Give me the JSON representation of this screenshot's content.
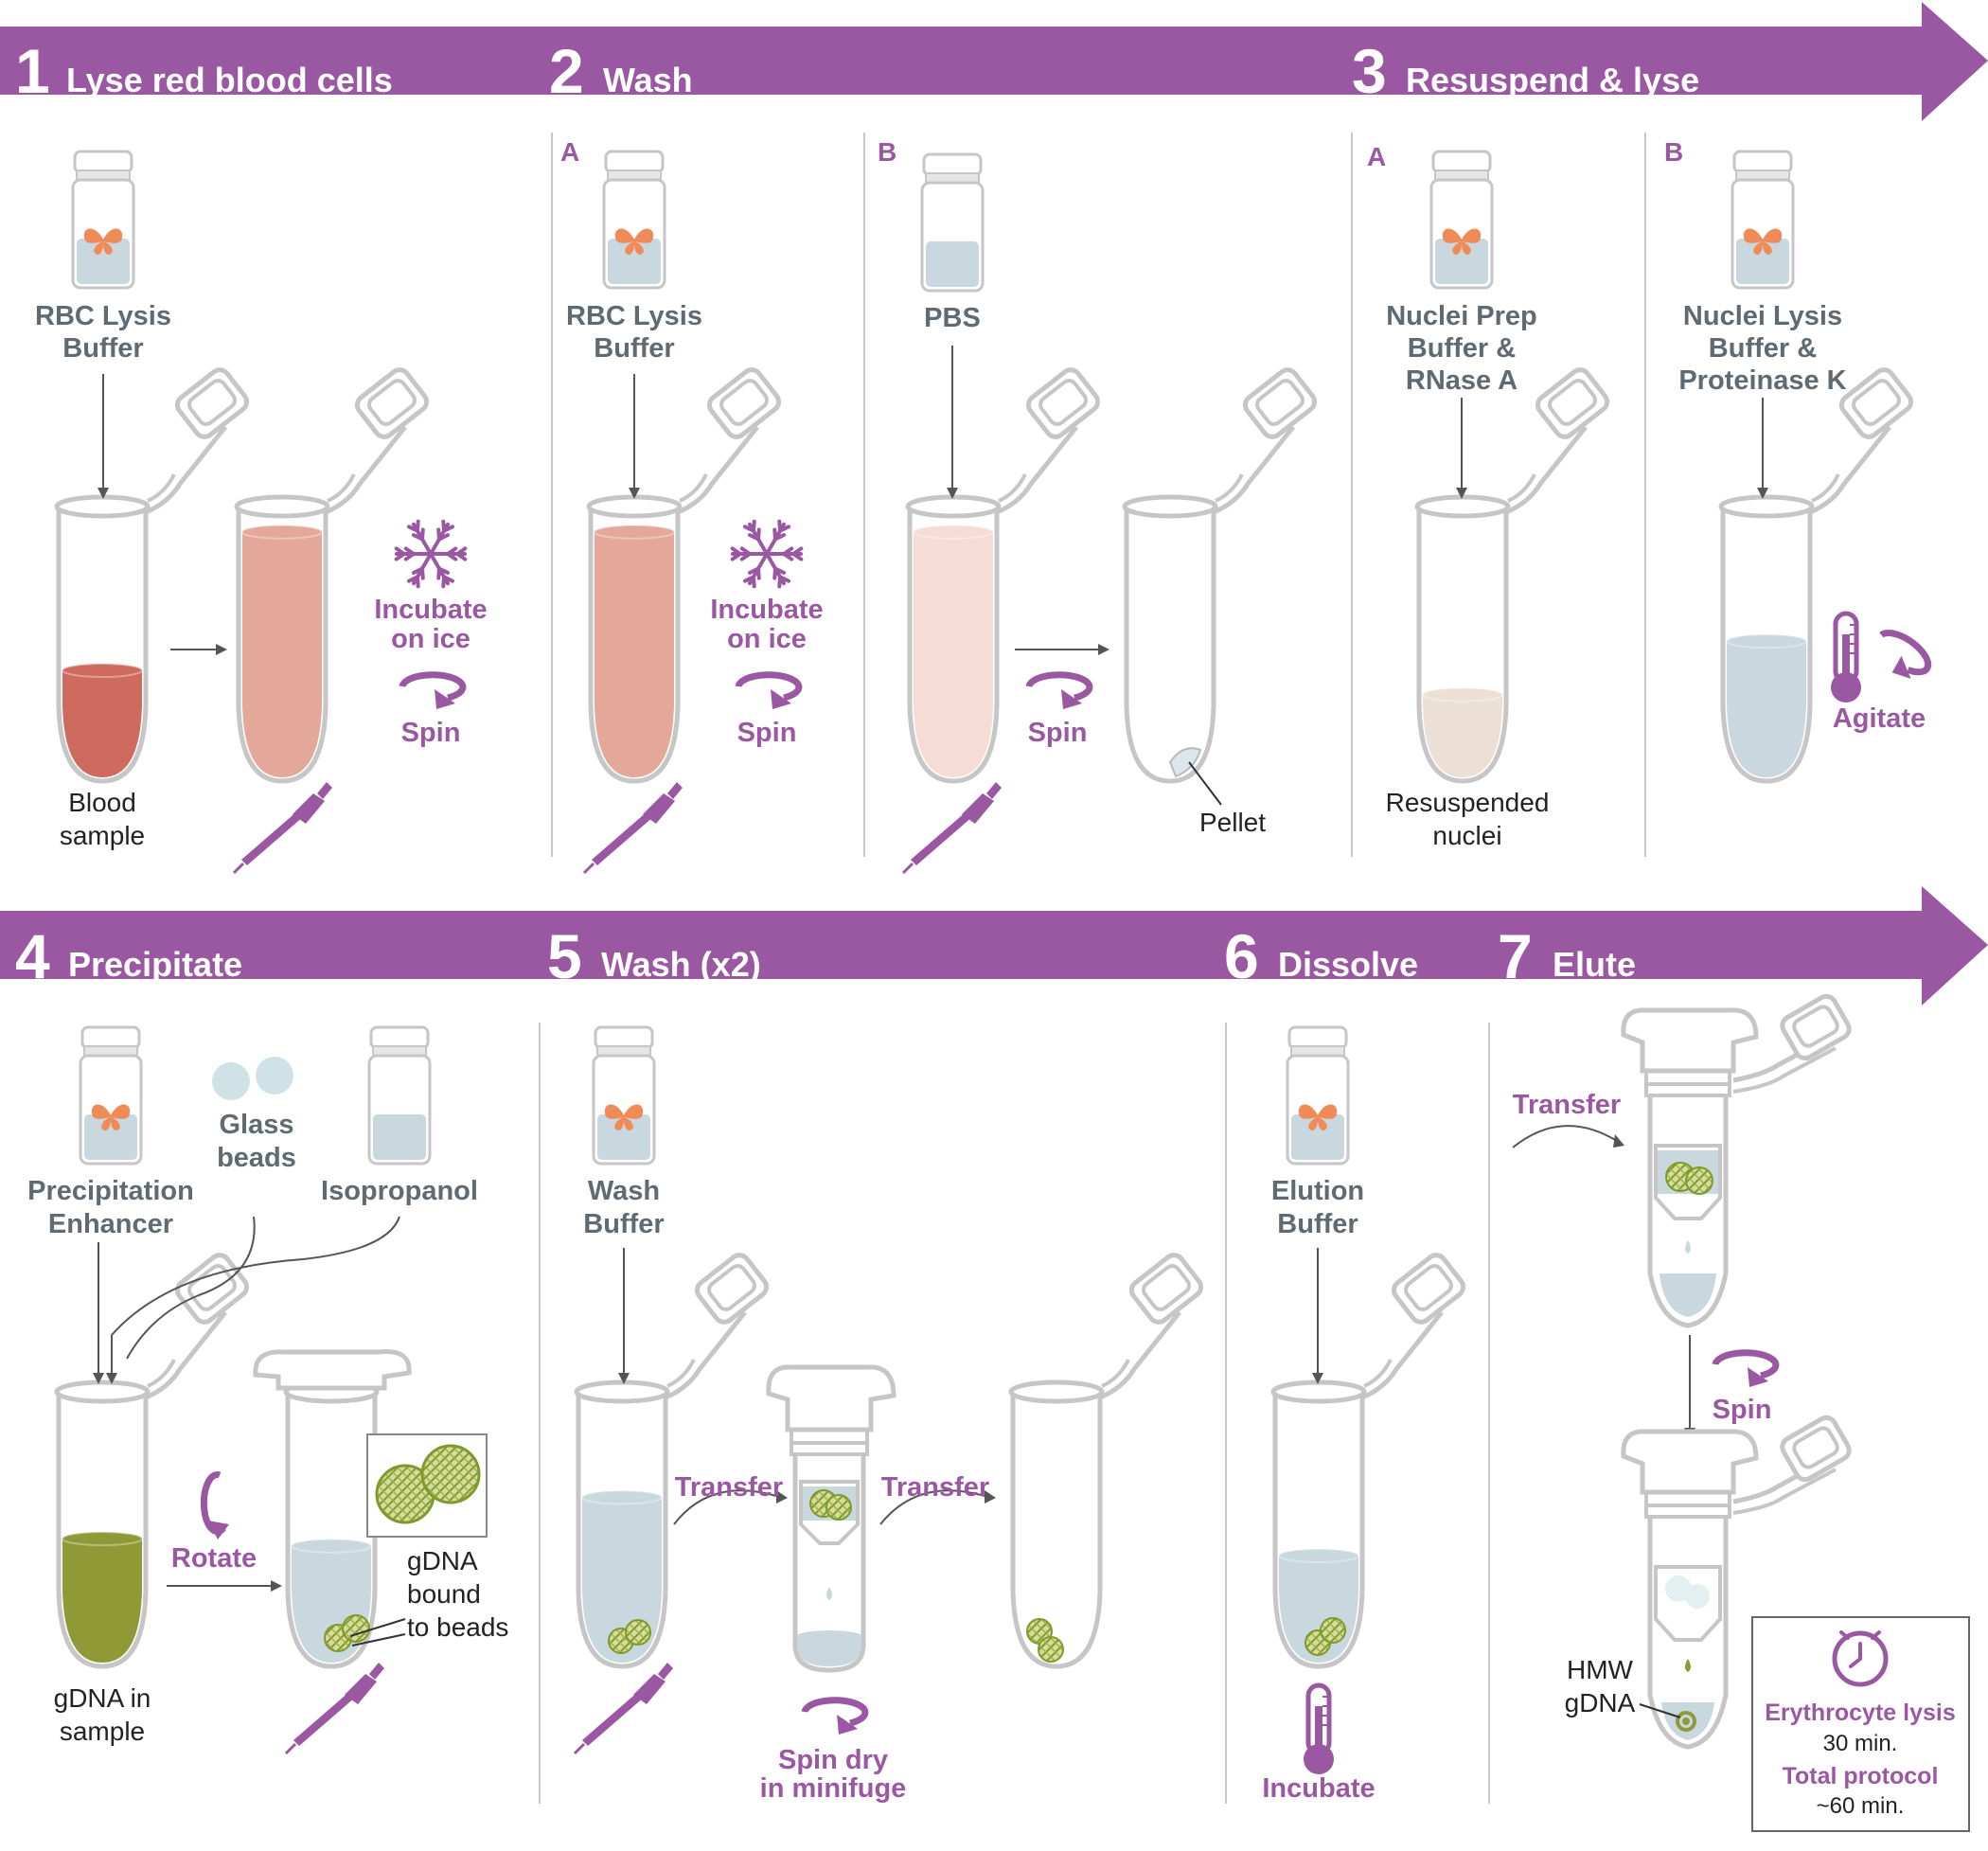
{
  "row1": {
    "steps": [
      {
        "num": "1",
        "title": "Lyse red blood cells"
      },
      {
        "num": "2",
        "title": "Wash"
      },
      {
        "num": "3",
        "title": "Resuspend & lyse"
      }
    ],
    "sub_a": "A",
    "sub_b": "B",
    "p1": {
      "reagent": [
        "RBC Lysis",
        "Buffer"
      ],
      "sample": [
        "Blood",
        "sample"
      ],
      "incubate": [
        "Incubate",
        "on ice"
      ],
      "spin": "Spin"
    },
    "p2a": {
      "reagent": [
        "RBC Lysis",
        "Buffer"
      ],
      "incubate": [
        "Incubate",
        "on ice"
      ],
      "spin": "Spin"
    },
    "p2b": {
      "reagent": "PBS",
      "spin": "Spin",
      "pellet": "Pellet"
    },
    "p3a": {
      "reagent": [
        "Nuclei Prep",
        "Buffer &",
        "RNase A"
      ],
      "result": [
        "Resuspended",
        "nuclei"
      ]
    },
    "p3b": {
      "reagent": [
        "Nuclei Lysis",
        "Buffer &",
        "Proteinase K"
      ],
      "agitate": "Agitate"
    }
  },
  "row2": {
    "steps": [
      {
        "num": "4",
        "title": "Precipitate"
      },
      {
        "num": "5",
        "title": "Wash (x2)"
      },
      {
        "num": "6",
        "title": "Dissolve"
      },
      {
        "num": "7",
        "title": "Elute"
      }
    ],
    "p4": {
      "enhancer": [
        "Precipitation",
        "Enhancer"
      ],
      "beads": [
        "Glass",
        "beads"
      ],
      "iso": "Isopropanol",
      "sample": [
        "gDNA in",
        "sample"
      ],
      "rotate": "Rotate",
      "bound": [
        "gDNA",
        "bound",
        "to beads"
      ]
    },
    "p5": {
      "reagent": [
        "Wash",
        "Buffer"
      ],
      "transfer1": "Transfer",
      "transfer2": "Transfer",
      "spin_dry": [
        "Spin dry",
        "in minifuge"
      ]
    },
    "p6": {
      "reagent": [
        "Elution",
        "Buffer"
      ],
      "incubate": "Incubate"
    },
    "p7": {
      "transfer": "Transfer",
      "spin": "Spin",
      "hmw": [
        "HMW",
        "gDNA"
      ]
    },
    "summary": {
      "label1": "Erythrocyte lysis",
      "value1": "30 min.",
      "label2": "Total protocol",
      "value2": "~60 min."
    }
  },
  "colors": {
    "purple": "#9a58a3",
    "grey_text": "#5f6a72",
    "tube_outline": "#c6c6c6",
    "blood": "#cf6a5e",
    "lysate": "#e3a89a",
    "pbs": "#f5dcd5",
    "buffer": "#c9d8de",
    "nuclei": "#ecdfd4",
    "gdna": "#8f9a37",
    "butterfly": "#f08a56"
  }
}
